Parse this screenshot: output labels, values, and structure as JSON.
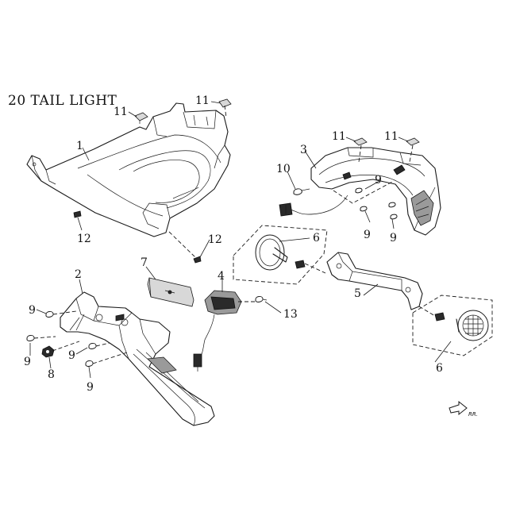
{
  "title": "20  TAIL LIGHT",
  "direction_label": "RR.",
  "callouts": {
    "c1": "1",
    "c2": "2",
    "c3": "3",
    "c4": "4",
    "c5": "5",
    "c6a": "6",
    "c6b": "6",
    "c7": "7",
    "c8": "8",
    "c9a": "9",
    "c9b": "9",
    "c9c": "9",
    "c9d": "9",
    "c9e": "9",
    "c9f": "9",
    "c9g": "9",
    "c10": "10",
    "c11a": "11",
    "c11b": "11",
    "c11c": "11",
    "c11d": "11",
    "c12a": "12",
    "c12b": "12",
    "c13": "13"
  }
}
